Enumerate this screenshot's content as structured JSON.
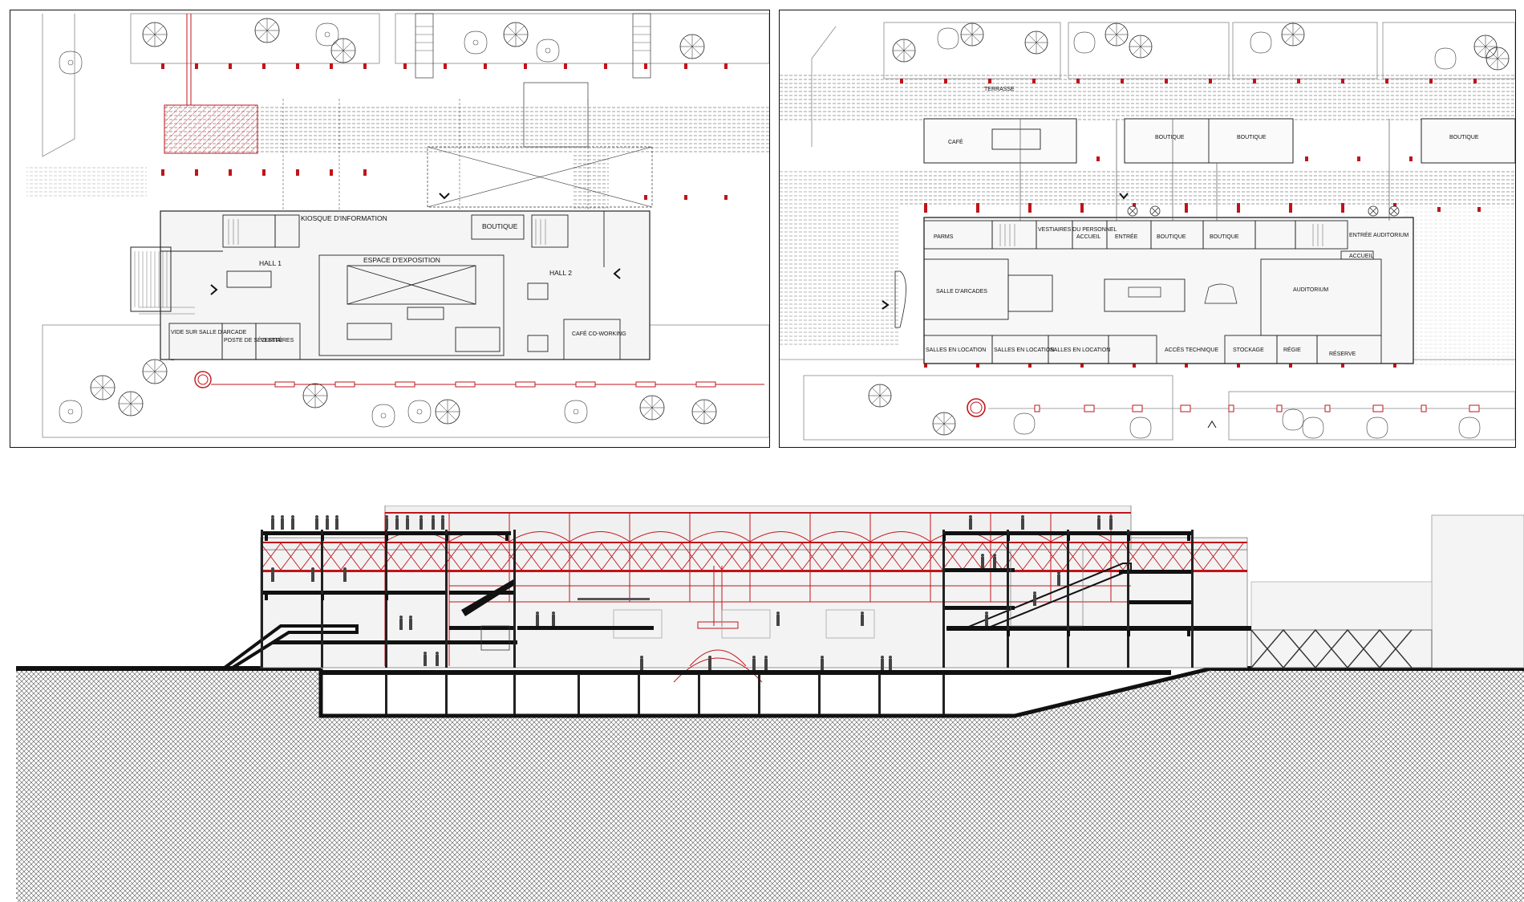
{
  "plan_left": {
    "rooms": {
      "kiosque": "KIOSQUE D'INFORMATION",
      "boutique": "BOUTIQUE",
      "hall1": "HALL 1",
      "hall2": "HALL 2",
      "espace": "ESPACE D'EXPOSITION",
      "vide": "VIDE SUR SALLE D'ARCADE",
      "poste": "POSTE DE SÉCURITÉ",
      "vestiaires": "VESTIAIRES",
      "cafe": "CAFÉ CO-WORKING"
    }
  },
  "plan_right": {
    "rooms": {
      "terrasse": "TERRASSE",
      "cafe": "CAFÉ",
      "boutique1": "BOUTIQUE",
      "boutique2": "BOUTIQUE",
      "boutique3": "BOUTIQUE",
      "parms": "PARMS",
      "vestiaires_perso": "VESTIAIRES DU PERSONNEL",
      "accueil": "ACCUEIL",
      "entree": "ENTRÉE",
      "boutique4": "BOUTIQUE",
      "boutique5": "BOUTIQUE",
      "entree_auditorium": "ENTRÉE AUDITORIUM",
      "accueil2": "ACCUEIL",
      "salle_arcades": "SALLE D'ARCADES",
      "auditorium": "AUDITORIUM",
      "salles1": "SALLES EN LOCATION",
      "salles2": "SALLES EN LOCATION",
      "salles3": "SALLES EN LOCATION",
      "acces": "ACCÈS TECHNIQUE",
      "stockage": "STOCKAGE",
      "regie": "RÉGIE",
      "reserve": "RÉSERVE"
    }
  },
  "colors": {
    "structure_red": "#c0141b",
    "line": "#222222",
    "fill_light": "#f3f3f3",
    "ground_hatch": "#555555"
  }
}
